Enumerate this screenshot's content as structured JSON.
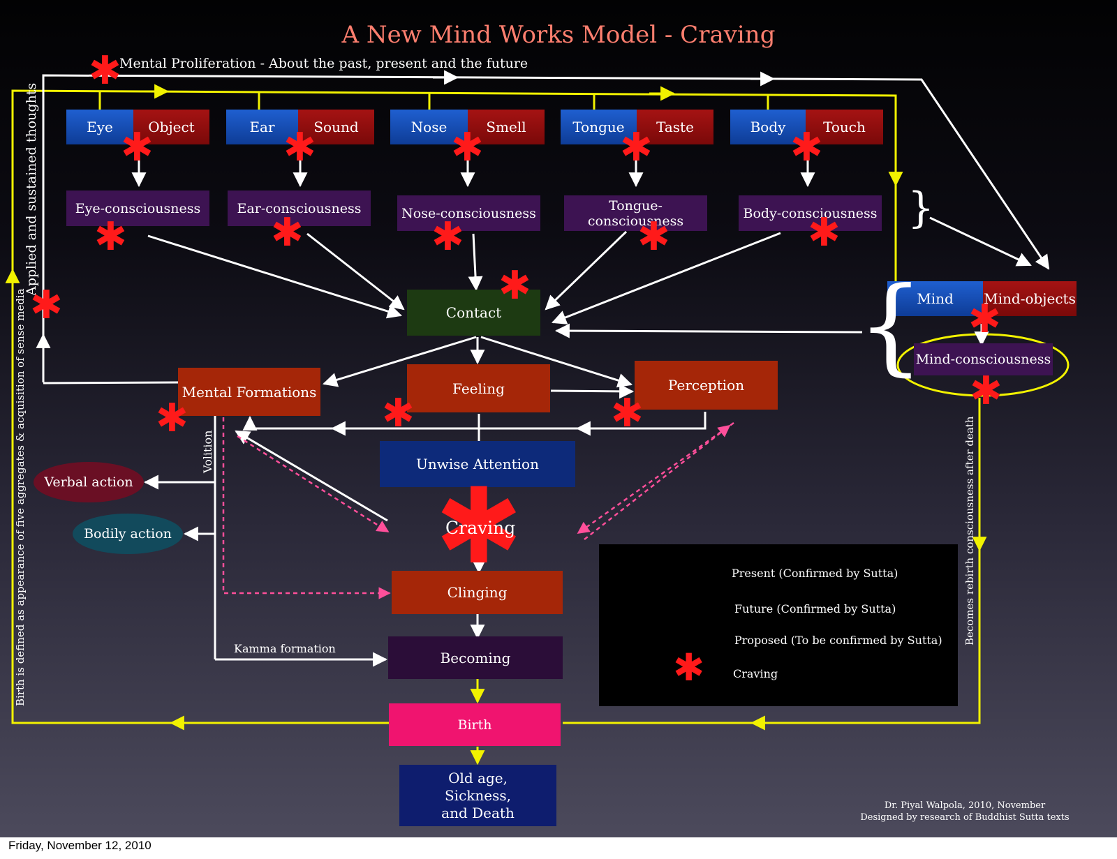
{
  "title": "A New Mind Works Model - Craving",
  "proliferation_label": "Mental Proliferation - About the past, present and the future",
  "side_labels": {
    "applied": "Applied and sustained thoughts",
    "birth_def": "Birth is defined as appearance of five aggregates & acquisition of sense media",
    "rebirth": "Becomes rebirth consciousness after death",
    "volition": "Volition",
    "kamma": "Kamma formation"
  },
  "senses": [
    {
      "organ": "Eye",
      "object": "Object",
      "consciousness": "Eye-consciousness"
    },
    {
      "organ": "Ear",
      "object": "Sound",
      "consciousness": "Ear-consciousness"
    },
    {
      "organ": "Nose",
      "object": "Smell",
      "consciousness": "Nose-consciousness"
    },
    {
      "organ": "Tongue",
      "object": "Taste",
      "consciousness": "Tongue-consciousness"
    },
    {
      "organ": "Body",
      "object": "Touch",
      "consciousness": "Body-consciousness"
    }
  ],
  "mind": {
    "organ": "Mind",
    "object": "Mind-objects",
    "consciousness": "Mind-consciousness"
  },
  "nodes": {
    "contact": "Contact",
    "mental_formations": "Mental Formations",
    "feeling": "Feeling",
    "perception": "Perception",
    "unwise_attention": "Unwise Attention",
    "craving": "Craving",
    "clinging": "Clinging",
    "becoming": "Becoming",
    "birth": "Birth",
    "old_age": [
      "Old age,",
      "Sickness,",
      "and Death"
    ],
    "verbal_action": "Verbal action",
    "bodily_action": "Bodily action"
  },
  "legend": [
    {
      "label": "Present (Confirmed by Sutta)",
      "style": "white-arrow"
    },
    {
      "label": "Future (Confirmed by Sutta)",
      "style": "yellow-arrow"
    },
    {
      "label": "Proposed (To be confirmed by Sutta)",
      "style": "pink-dashed-arrow"
    },
    {
      "label": "Craving",
      "style": "red-asterisk"
    }
  ],
  "credit": [
    "Dr. Piyal Walpola, 2010, November",
    "Designed by research of Buddhist Sutta texts"
  ],
  "footer_date": "Friday, November 12, 2010",
  "colors": {
    "title": "#ff7f6f",
    "present_arrow": "#ffffff",
    "future_arrow": "#f2f200",
    "proposed_arrow": "#ff4f9a",
    "craving_star": "#ff1a1a",
    "organ_box": "#1f5fd0",
    "object_box": "#a51313",
    "consciousness_box": "#3d1352",
    "contact_box": "#1d3a12",
    "process_box": "#a52608",
    "birth_box": "#f0146f"
  }
}
